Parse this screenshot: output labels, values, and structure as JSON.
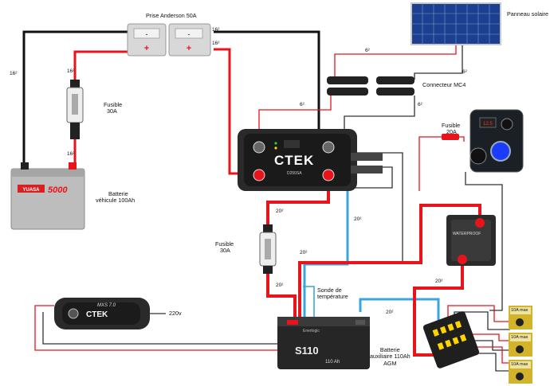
{
  "title_anderson": "Prise Anderson 50A",
  "solar_panel": "Panneau solaire",
  "connector_mc4": "Connecteur MC4",
  "fuse_top": {
    "name": "Fusible",
    "rating": "30A"
  },
  "battery_vehicle": {
    "line1": "Batterie",
    "line2": "véhicule 100Ah"
  },
  "fuse_mid": {
    "name": "Fusible",
    "rating": "30A"
  },
  "fuse_small": {
    "name": "Fusible",
    "rating": "20A"
  },
  "temp_probe": {
    "line1": "Sonde de",
    "line2": "température"
  },
  "charger_voltage": "220v",
  "battery_aux": {
    "line1": "Batterie",
    "line2": "auxiliaire 110Ah",
    "line3": "AGM"
  },
  "dcdc_brand": "CTEK",
  "dcdc_model": "D250SA",
  "charger_model": "MXS 7.0",
  "charger_brand": "CTEK",
  "yuasa_model": "5000",
  "aux_battery_model": "S110",
  "aux_battery_cap": "110 Ah",
  "aux_battery_brand": "Enerlogic",
  "breaker_text": "WATERPROOF",
  "load_rating": "10A max",
  "wire_labels": {
    "w16_left": "16²",
    "w16_fuse_top": "16²",
    "w16_fuse_bot": "16²",
    "w16_anderson_a": "16²",
    "w16_anderson_b": "16²",
    "w6_solar_a": "6²",
    "w6_solar_b": "6²",
    "w6_mc4_a": "6²",
    "w6_mc4_b": "6²",
    "w20_fuse": "20²",
    "w20_battery": "20²",
    "w20_blue_a": "20²",
    "w20_blue_b": "20²",
    "w20_breaker": "20²",
    "w20_red": "20²"
  },
  "colors": {
    "red": "#e8141c",
    "black": "#111111",
    "blue": "#3aa6dc",
    "panel": "#1c3f8f"
  }
}
